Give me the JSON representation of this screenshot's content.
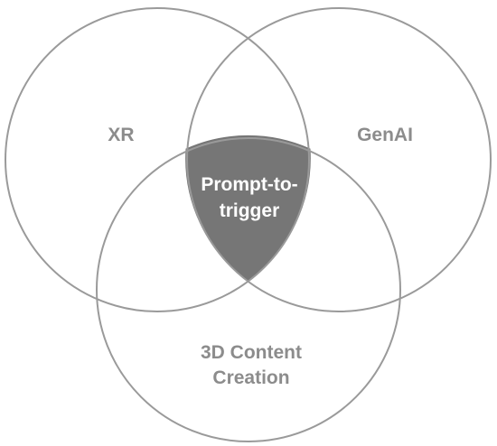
{
  "diagram": {
    "sets": [
      {
        "id": "xr",
        "label": "XR"
      },
      {
        "id": "genai",
        "label": "GenAI"
      },
      {
        "id": "content",
        "label_lines": [
          "3D Content",
          "Creation"
        ]
      }
    ],
    "intersection": {
      "label_lines": [
        "Prompt-to-",
        "trigger"
      ]
    },
    "colors": {
      "circle_stroke": "#9a9a9a",
      "set_label": "#8c8c8c",
      "intersection_fill": "#767676",
      "intersection_label": "#ffffff",
      "background": "#ffffff"
    }
  }
}
